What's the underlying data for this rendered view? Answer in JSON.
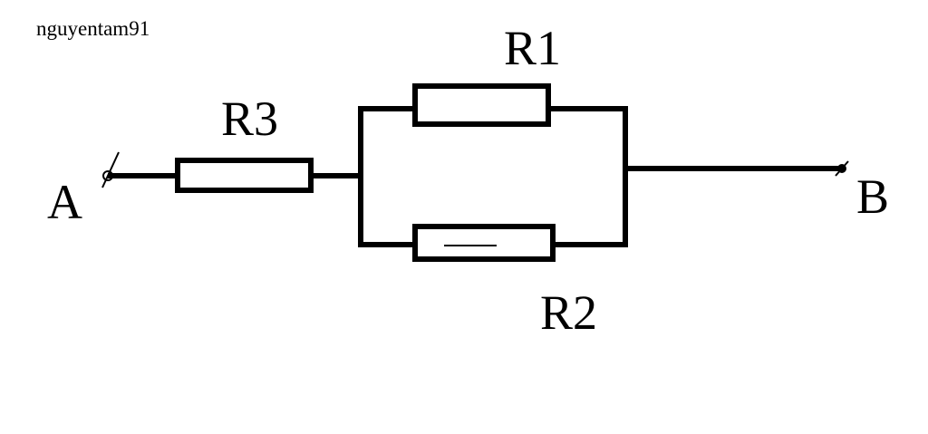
{
  "watermark": "nguyentam91",
  "labels": {
    "r1": "R1",
    "r2": "R2",
    "r3": "R3",
    "a": "A",
    "b": "B"
  },
  "colors": {
    "ink": "#000000",
    "background": "#ffffff"
  }
}
